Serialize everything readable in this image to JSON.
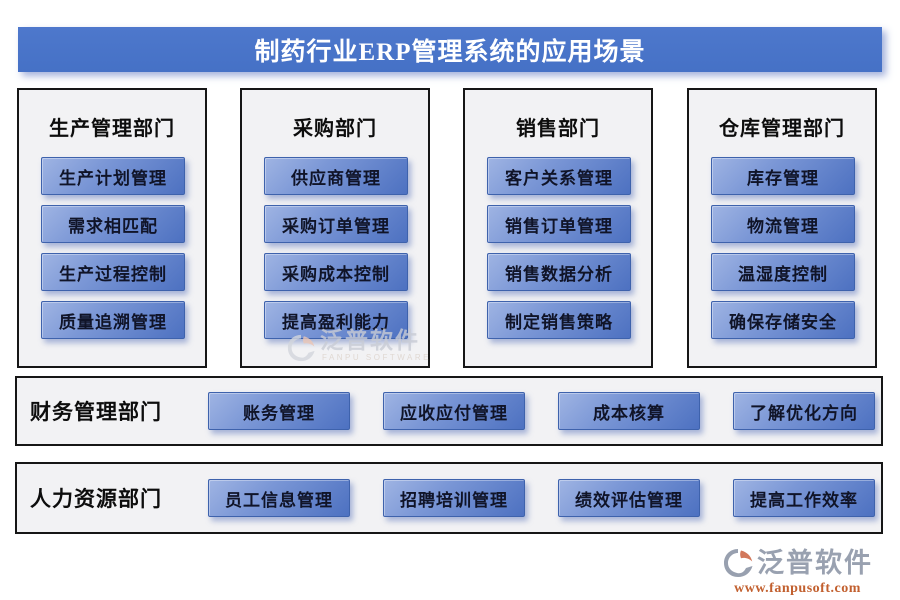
{
  "banner": {
    "title": "制药行业ERP管理系统的应用场景"
  },
  "columns": [
    {
      "header": "生产管理部门",
      "buttons": [
        "生产计划管理",
        "需求相匹配",
        "生产过程控制",
        "质量追溯管理"
      ]
    },
    {
      "header": "采购部门",
      "buttons": [
        "供应商管理",
        "采购订单管理",
        "采购成本控制",
        "提高盈利能力"
      ]
    },
    {
      "header": "销售部门",
      "buttons": [
        "客户关系管理",
        "销售订单管理",
        "销售数据分析",
        "制定销售策略"
      ]
    },
    {
      "header": "仓库管理部门",
      "buttons": [
        "库存管理",
        "物流管理",
        "温湿度控制",
        "确保存储安全"
      ]
    }
  ],
  "rows": [
    {
      "label": "财务管理部门",
      "buttons": [
        "账务管理",
        "应收应付管理",
        "成本核算",
        "了解优化方向"
      ]
    },
    {
      "label": "人力资源部门",
      "buttons": [
        "员工信息管理",
        "招聘培训管理",
        "绩效评估管理",
        "提高工作效率"
      ]
    }
  ],
  "watermark": {
    "brand": "泛普软件",
    "subtitle": "FANPU SOFTWARE"
  },
  "logo": {
    "brand": "泛普软件",
    "url": "www.fanpusoft.com"
  },
  "colors": {
    "banner_blue": "#4a73c8",
    "button_gradient_light": "#9fb4e3",
    "button_gradient_dark": "#4d71c1",
    "button_border": "#3e62ac",
    "box_fill": "#f2f2f4",
    "box_border": "#161616",
    "logo_gray": "#99a1b0",
    "logo_orange": "#c2602f"
  }
}
